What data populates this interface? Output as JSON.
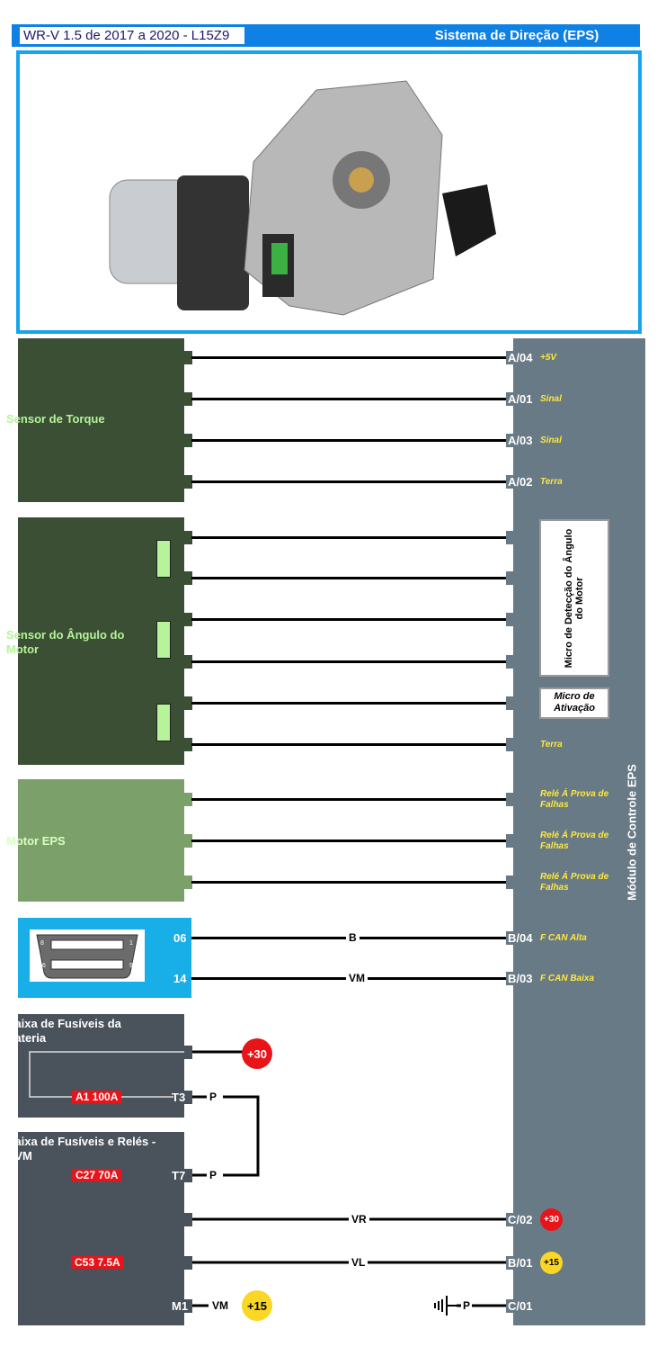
{
  "header": {
    "vehicle": "WR-V 1.5 de 2017 a 2020 - L15Z9",
    "system": "Sistema de Direção (EPS)",
    "accent": "#0f80e4"
  },
  "module": {
    "title": "Módulo de Controle EPS",
    "color": "#687a85"
  },
  "components": {
    "torque": {
      "label": "Sensor de Torque",
      "color": "#3a4f33",
      "pins": [
        {
          "pin": "A/04",
          "signal": "+5V"
        },
        {
          "pin": "A/01",
          "signal": "Sinal"
        },
        {
          "pin": "A/03",
          "signal": "Sinal"
        },
        {
          "pin": "A/02",
          "signal": "Terra"
        }
      ]
    },
    "angle": {
      "label": "Sensor do Ângulo do Motor",
      "color": "#3a4f33",
      "ground": "Terra",
      "micro_detection": "Micro de Detecção do Ângulo do Motor",
      "micro_activation": "Micro de Ativação"
    },
    "motor": {
      "label": "Motor EPS",
      "color": "#7ba06a",
      "signals": [
        "Relé Á Prova de Falhas",
        "Relé Á Prova de Falhas",
        "Relé Á Prova de Falhas"
      ]
    },
    "obd": {
      "color": "#18aee8",
      "pins": [
        {
          "pin": "06",
          "wire": "B",
          "module_pin": "B/04",
          "signal": "F CAN Alta"
        },
        {
          "pin": "14",
          "wire": "VM",
          "module_pin": "B/03",
          "signal": "F CAN Baixa"
        }
      ],
      "connector_numbers": [
        "8",
        "1",
        "16",
        "9"
      ]
    },
    "fuse_battery": {
      "label": "Caixa de Fusíveis da Bateria",
      "fuse": "A1 100A",
      "terminal": "T3",
      "wire": "P",
      "supply": "+30"
    },
    "fuse_cvm": {
      "label": "Caixa de Fusíveis e Relés - CVM",
      "fuse1": "C27 70A",
      "terminal1": "T7",
      "wire1": "P",
      "wire_vr": "VR",
      "module_pin_vr": "C/02",
      "supply_vr": "+30",
      "fuse2": "C53 7.5A",
      "wire_vl": "VL",
      "module_pin_vl": "B/01",
      "supply_vl": "+15",
      "terminal2": "M1",
      "wire_vm": "VM",
      "supply_m1": "+15"
    },
    "ground": {
      "wire": "P",
      "module_pin": "C/01"
    }
  }
}
